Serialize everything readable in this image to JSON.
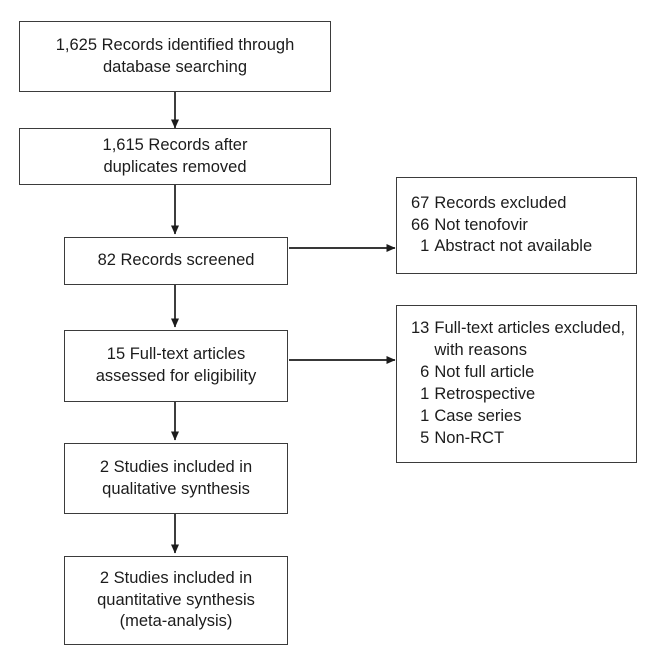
{
  "diagram": {
    "type": "prisma-flow-diagram",
    "orientation": "vertical",
    "colors": {
      "box_border": "#3b3b3b",
      "background": "#ffffff",
      "text": "#1c1c1c",
      "connector": "#1c1c1c"
    },
    "nodes": [
      {
        "id": "identified",
        "text": "1,625 Records identified through\ndatabase searching",
        "count": 1625,
        "stage": "identification"
      },
      {
        "id": "after-duplicates",
        "text": "1,615 Records after\nduplicates removed",
        "count": 1615,
        "stage": "identification"
      },
      {
        "id": "screened",
        "text": "82 Records screened",
        "count": 82,
        "stage": "screening"
      },
      {
        "id": "eligibility",
        "text": "15 Full-text articles\nassessed for eligibility",
        "count": 15,
        "stage": "eligibility"
      },
      {
        "id": "qualitative",
        "text": "2 Studies included in\nqualitative synthesis",
        "count": 2,
        "stage": "included"
      },
      {
        "id": "quantitative",
        "text": "2 Studies included in\nquantitative synthesis\n(meta-analysis)",
        "count": 2,
        "stage": "included"
      }
    ],
    "exclusions": [
      {
        "id": "records-excluded",
        "from": "screened",
        "rows": [
          {
            "num": "67",
            "label": "Records excluded"
          },
          {
            "num": "66",
            "label": "Not tenofovir"
          },
          {
            "num": "1",
            "label": "Abstract not available"
          }
        ]
      },
      {
        "id": "fulltext-excluded",
        "from": "eligibility",
        "rows": [
          {
            "num": "13",
            "label": "Full-text articles excluded,\nwith reasons"
          },
          {
            "num": "6",
            "label": "Not full article"
          },
          {
            "num": "1",
            "label": "Retrospective"
          },
          {
            "num": "1",
            "label": "Case series"
          },
          {
            "num": "5",
            "label": "Non-RCT"
          }
        ]
      }
    ]
  }
}
